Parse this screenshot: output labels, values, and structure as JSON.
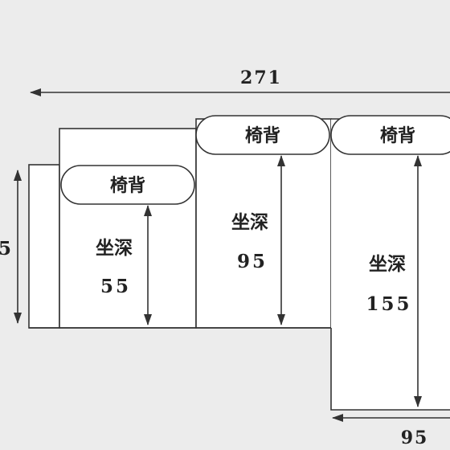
{
  "dimensions": {
    "total_width": "271",
    "left_depth": "5",
    "chaise_width": "95"
  },
  "cushion_label": "椅背",
  "sections": [
    {
      "seat_label": "坐深",
      "depth": "55"
    },
    {
      "seat_label": "坐深",
      "depth": "95"
    },
    {
      "seat_label": "坐深",
      "depth": "155"
    }
  ]
}
